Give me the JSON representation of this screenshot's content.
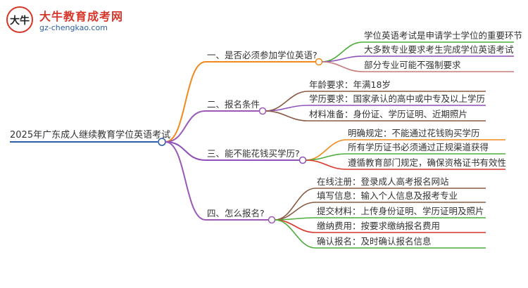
{
  "logo": {
    "title": "大牛教育成考网",
    "url": "gz-chengkao.com",
    "mark_text": "大牛"
  },
  "root": {
    "label": "2025年广东成人继续教育学位英语考试"
  },
  "branches": [
    {
      "label": "一、是否必须参加学位英语?",
      "color": "#f08a1c",
      "children": [
        {
          "label": "学位英语考试是申请学士学位的重要环节",
          "color": "#4cae3b"
        },
        {
          "label": "大多数专业要求考生完成学位英语考试",
          "color": "#8d4fb8"
        },
        {
          "label": "部分专业可能不强制要求",
          "color": "#c77b7b"
        }
      ]
    },
    {
      "label": "二、报名条件",
      "color": "#9b59b6",
      "children": [
        {
          "label": "年龄要求：年满18岁",
          "color": "#8a5a44"
        },
        {
          "label": "学历要求：国家承认的高中或中专及以上学历",
          "color": "#8d4fb8"
        },
        {
          "label": "材料准备：身份证、学历证明、近期照片",
          "color": "#8a5a44"
        }
      ]
    },
    {
      "label": "三、能不能花钱买学历?",
      "color": "#8d4fb8",
      "children": [
        {
          "label": "明确规定：不能通过花钱购买学历",
          "color": "#f08a1c"
        },
        {
          "label": "所有学历证书必须通过正规渠道获得",
          "color": "#4cae3b"
        },
        {
          "label": "遵循教育部门规定，确保资格证书有效性",
          "color": "#d6372a"
        }
      ]
    },
    {
      "label": "四、怎么报名?",
      "color": "#9b59b6",
      "children": [
        {
          "label": "在线注册：登录成人高考报名网站",
          "color": "#8a5a44"
        },
        {
          "label": "填写信息：输入个人信息及报考专业",
          "color": "#8a5a44"
        },
        {
          "label": "提交材料：上传身份证明、学历证明及照片",
          "color": "#4cae3b"
        },
        {
          "label": "缴纳费用：按要求缴纳报名费用",
          "color": "#d6372a"
        },
        {
          "label": "确认报名：及时确认报名信息",
          "color": "#4cae3b"
        }
      ]
    }
  ],
  "root_color": "#2c5fa8"
}
